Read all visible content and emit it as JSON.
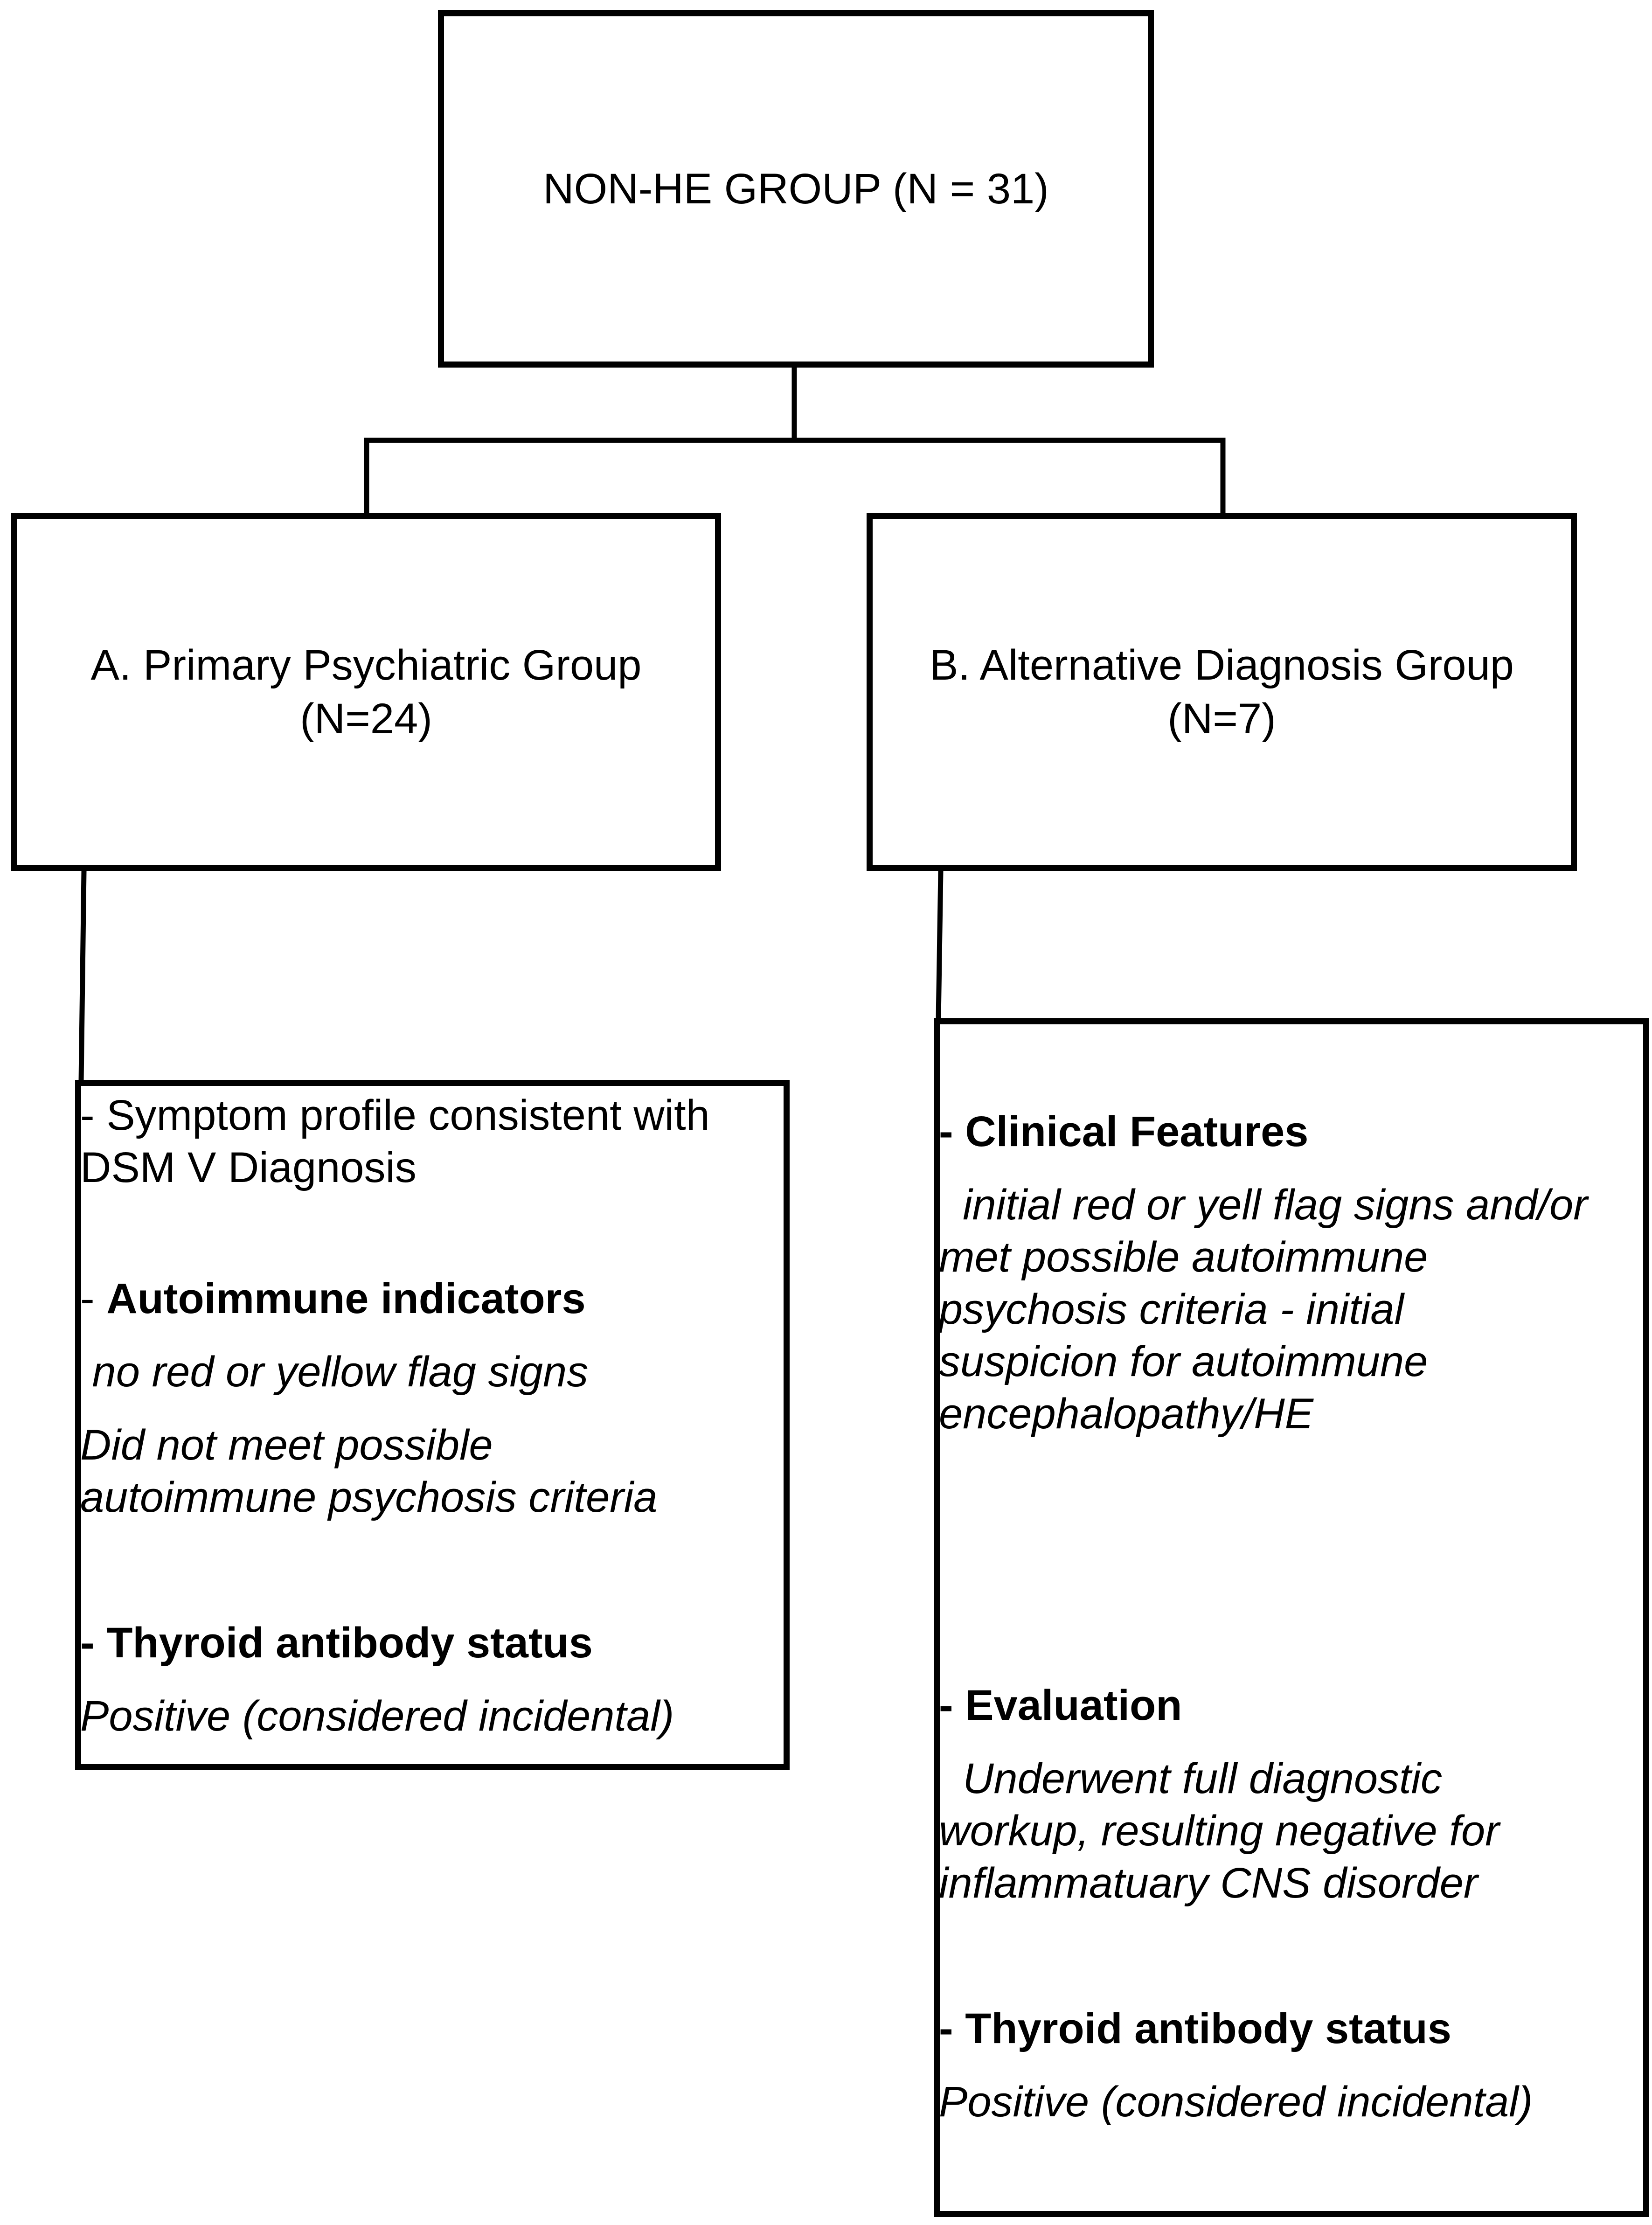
{
  "root": {
    "label": "NON-HE GROUP (N = 31)"
  },
  "group_a": {
    "title_line1": "A. Primary Psychiatric Group",
    "title_line2": "(N=24)",
    "details": {
      "symptom_line1": "- Symptom profile consistent with",
      "symptom_line2": "DSM V Diagnosis",
      "autoimmune_dash": "- ",
      "autoimmune_heading": "Autoimmune indicators",
      "autoimmune_line1": " no red or yellow flag signs",
      "autoimmune_line2": "Did not meet possible",
      "autoimmune_line3": "autoimmune psychosis criteria",
      "thyroid_heading": "- Thyroid antibody status",
      "thyroid_value": "Positive (considered incidental)"
    }
  },
  "group_b": {
    "title_line1": "B. Alternative Diagnosis Group",
    "title_line2": "(N=7)",
    "details": {
      "clinical_heading": "- Clinical Features",
      "clinical_line1": "  initial red or yell flag signs and/or",
      "clinical_line2": "met possible autoimmune",
      "clinical_line3": "psychosis criteria - initial",
      "clinical_line4": "suspicion for autoimmune",
      "clinical_line5": "encephalopathy/HE",
      "evaluation_heading": "- Evaluation",
      "evaluation_line1": "  Underwent full diagnostic",
      "evaluation_line2": "workup, resulting negative for",
      "evaluation_line3": "inflammatuary CNS disorder",
      "thyroid_heading": "- Thyroid antibody status",
      "thyroid_value": "Positive (considered incidental)"
    }
  }
}
